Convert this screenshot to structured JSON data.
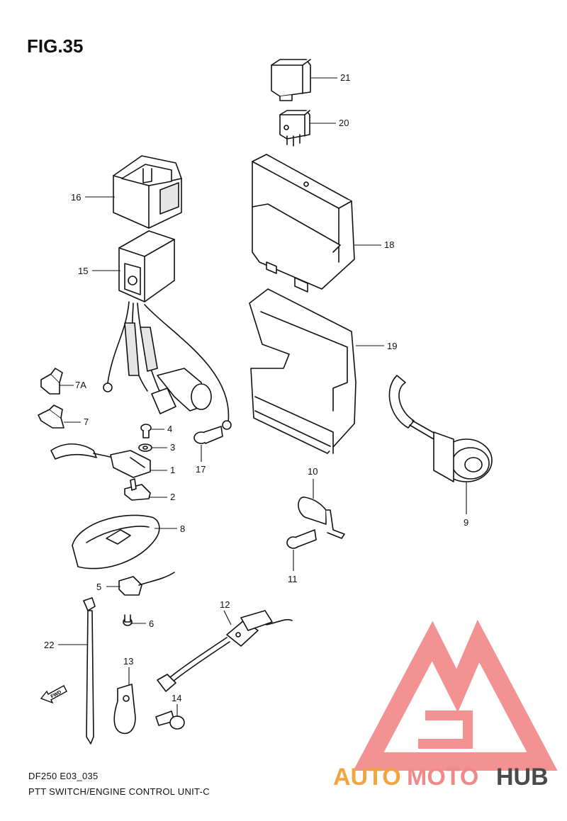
{
  "figure": {
    "title": "FIG.35",
    "code": "DF250 E03_035",
    "caption": "PTT SWITCH/ENGINE CONTROL UNIT-C"
  },
  "parts": [
    {
      "ref": "21"
    },
    {
      "ref": "20"
    },
    {
      "ref": "16"
    },
    {
      "ref": "18"
    },
    {
      "ref": "15"
    },
    {
      "ref": "19"
    },
    {
      "ref": "7A"
    },
    {
      "ref": "7"
    },
    {
      "ref": "4"
    },
    {
      "ref": "3"
    },
    {
      "ref": "1"
    },
    {
      "ref": "17"
    },
    {
      "ref": "2"
    },
    {
      "ref": "10"
    },
    {
      "ref": "9"
    },
    {
      "ref": "8"
    },
    {
      "ref": "11"
    },
    {
      "ref": "5"
    },
    {
      "ref": "6"
    },
    {
      "ref": "12"
    },
    {
      "ref": "22"
    },
    {
      "ref": "13"
    },
    {
      "ref": "14"
    }
  ],
  "direction_marker": "FWD",
  "watermark": {
    "text_a": "AUTO",
    "text_b": "MOTO",
    "text_c": "HUB",
    "color_a": "#f4a340",
    "color_b": "#f08a8a",
    "color_c": "#4a4a4a",
    "logo_color": "#f07f7f"
  }
}
